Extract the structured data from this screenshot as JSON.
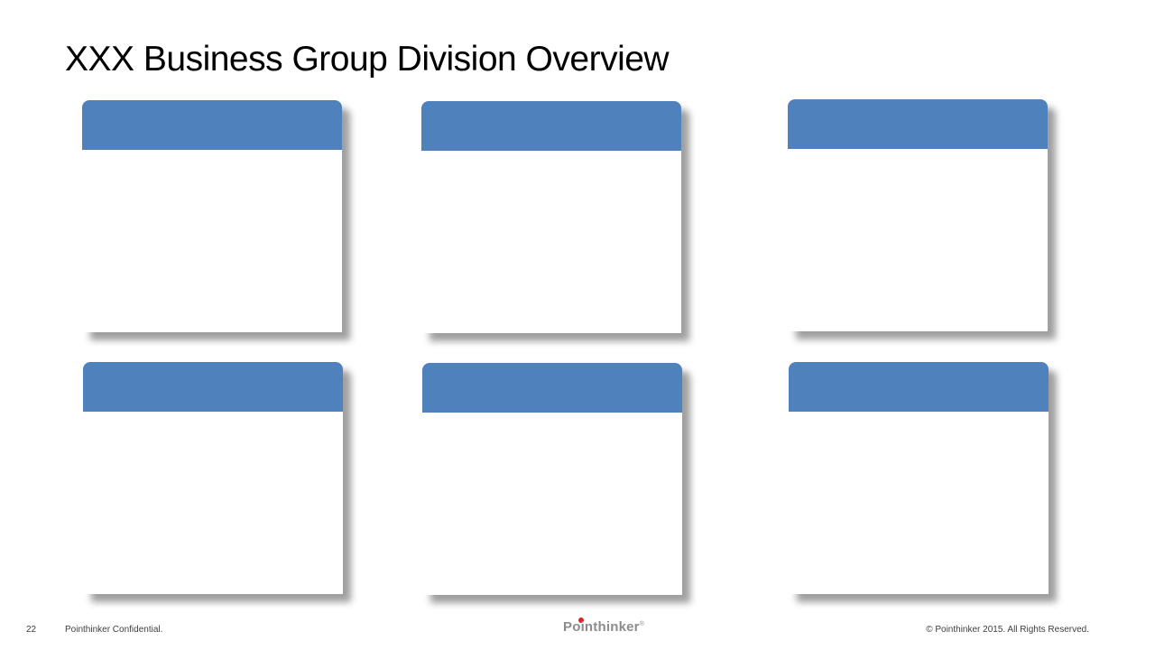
{
  "slide": {
    "title": "XXX Business Group Division Overview",
    "header_color": "#4f81bd",
    "cards": [
      {
        "header": "",
        "body": ""
      },
      {
        "header": "",
        "body": ""
      },
      {
        "header": "",
        "body": ""
      },
      {
        "header": "",
        "body": ""
      },
      {
        "header": "",
        "body": ""
      },
      {
        "header": "",
        "body": ""
      }
    ]
  },
  "footer": {
    "page_number": "22",
    "confidential": "Pointhinker Confidential.",
    "logo_text": "Pointhinker",
    "logo_mark": "®",
    "copyright": "© Pointhinker   2015. All Rights Reserved.",
    "logo_dot_color": "#e02020"
  }
}
